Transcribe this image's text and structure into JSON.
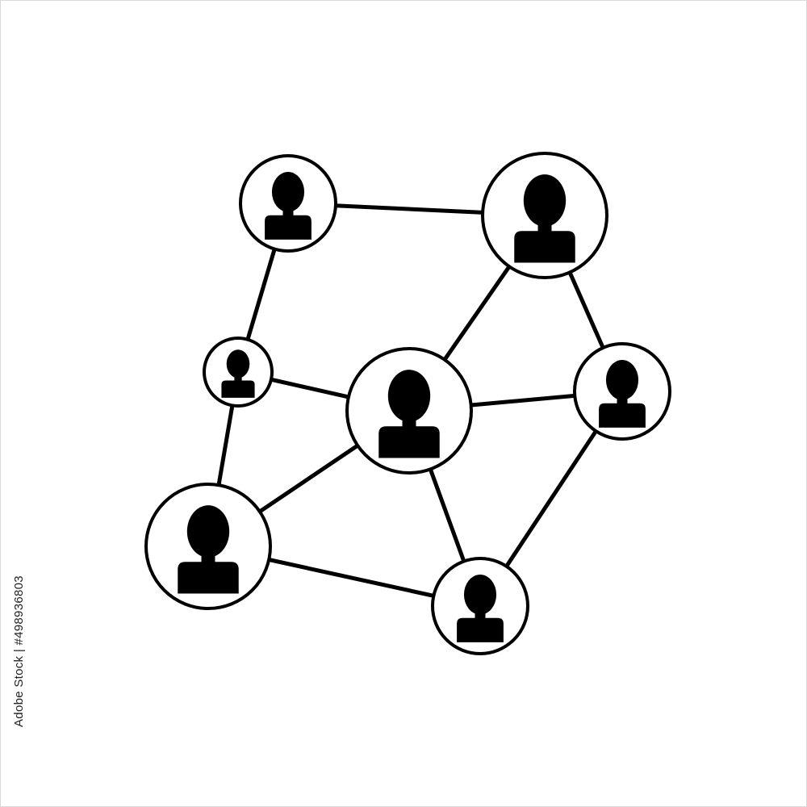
{
  "diagram": {
    "type": "network",
    "node_icon": "person-silhouette-icon",
    "colors": {
      "background": "#ffffff",
      "stroke": "#000000",
      "node_fill": "#ffffff",
      "icon_fill": "#000000"
    },
    "nodes": [
      {
        "id": "top-left",
        "size": "medium"
      },
      {
        "id": "top-right",
        "size": "large"
      },
      {
        "id": "mid-left",
        "size": "small"
      },
      {
        "id": "center",
        "size": "large"
      },
      {
        "id": "mid-right",
        "size": "medium"
      },
      {
        "id": "bottom-left",
        "size": "large"
      },
      {
        "id": "bottom-center",
        "size": "medium"
      }
    ],
    "edges": [
      [
        "top-left",
        "top-right"
      ],
      [
        "top-left",
        "mid-left"
      ],
      [
        "top-right",
        "center"
      ],
      [
        "top-right",
        "mid-right"
      ],
      [
        "mid-left",
        "center"
      ],
      [
        "mid-left",
        "bottom-left"
      ],
      [
        "center",
        "mid-right"
      ],
      [
        "center",
        "bottom-left"
      ],
      [
        "center",
        "bottom-center"
      ],
      [
        "mid-right",
        "bottom-center"
      ],
      [
        "bottom-left",
        "bottom-center"
      ]
    ]
  },
  "watermark": {
    "stock_id": "Adobe Stock | #498936803"
  }
}
